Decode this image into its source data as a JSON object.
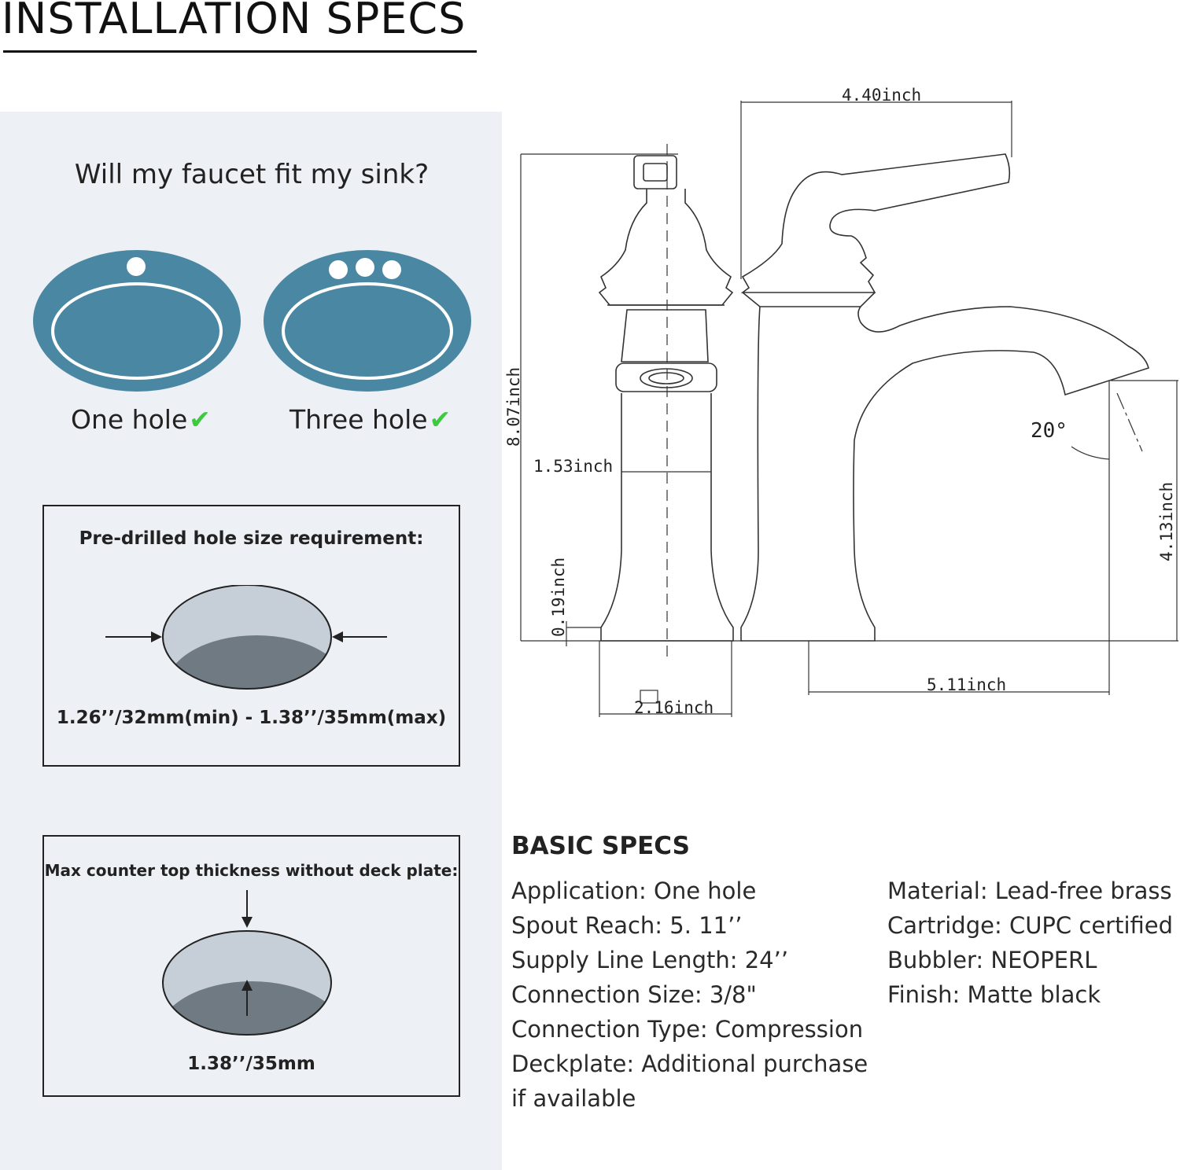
{
  "header": {
    "title": "INSTALLATION SPECS"
  },
  "fit_section": {
    "question": "Will my faucet fit my sink?",
    "sinks": [
      {
        "label": "One hole",
        "holes": 1
      },
      {
        "label": "Three hole",
        "holes": 3
      }
    ],
    "check_icon": "checkmark-icon",
    "sink_color": "#4a87a3"
  },
  "hole_size_box": {
    "heading": "Pre-drilled hole size requirement:",
    "value": "1.26’’/32mm(min) - 1.38’’/35mm(max)"
  },
  "thickness_box": {
    "heading": "Max counter top thickness without deck plate:",
    "value": "1.38’’/35mm"
  },
  "drawing": {
    "top_width": "4.40inch",
    "height": "8.07inch",
    "spout_height": "4.13inch",
    "body_diameter": "1.53inch",
    "base_height": "0.19inch",
    "base_width": "2.16inch",
    "spout_reach": "5.11inch",
    "spout_angle": "20°"
  },
  "basic_specs": {
    "title": "BASIC SPECS",
    "left": [
      "Application: One hole",
      "Spout Reach: 5. 11’’",
      "Supply Line Length: 24’’",
      "Connection Size: 3/8\"",
      "Connection Type: Compression",
      "Deckplate: Additional purchase",
      "if available"
    ],
    "right": [
      "Material: Lead-free brass",
      "Cartridge: CUPC certified",
      "Bubbler: NEOPERL",
      "Finish: Matte black"
    ]
  }
}
